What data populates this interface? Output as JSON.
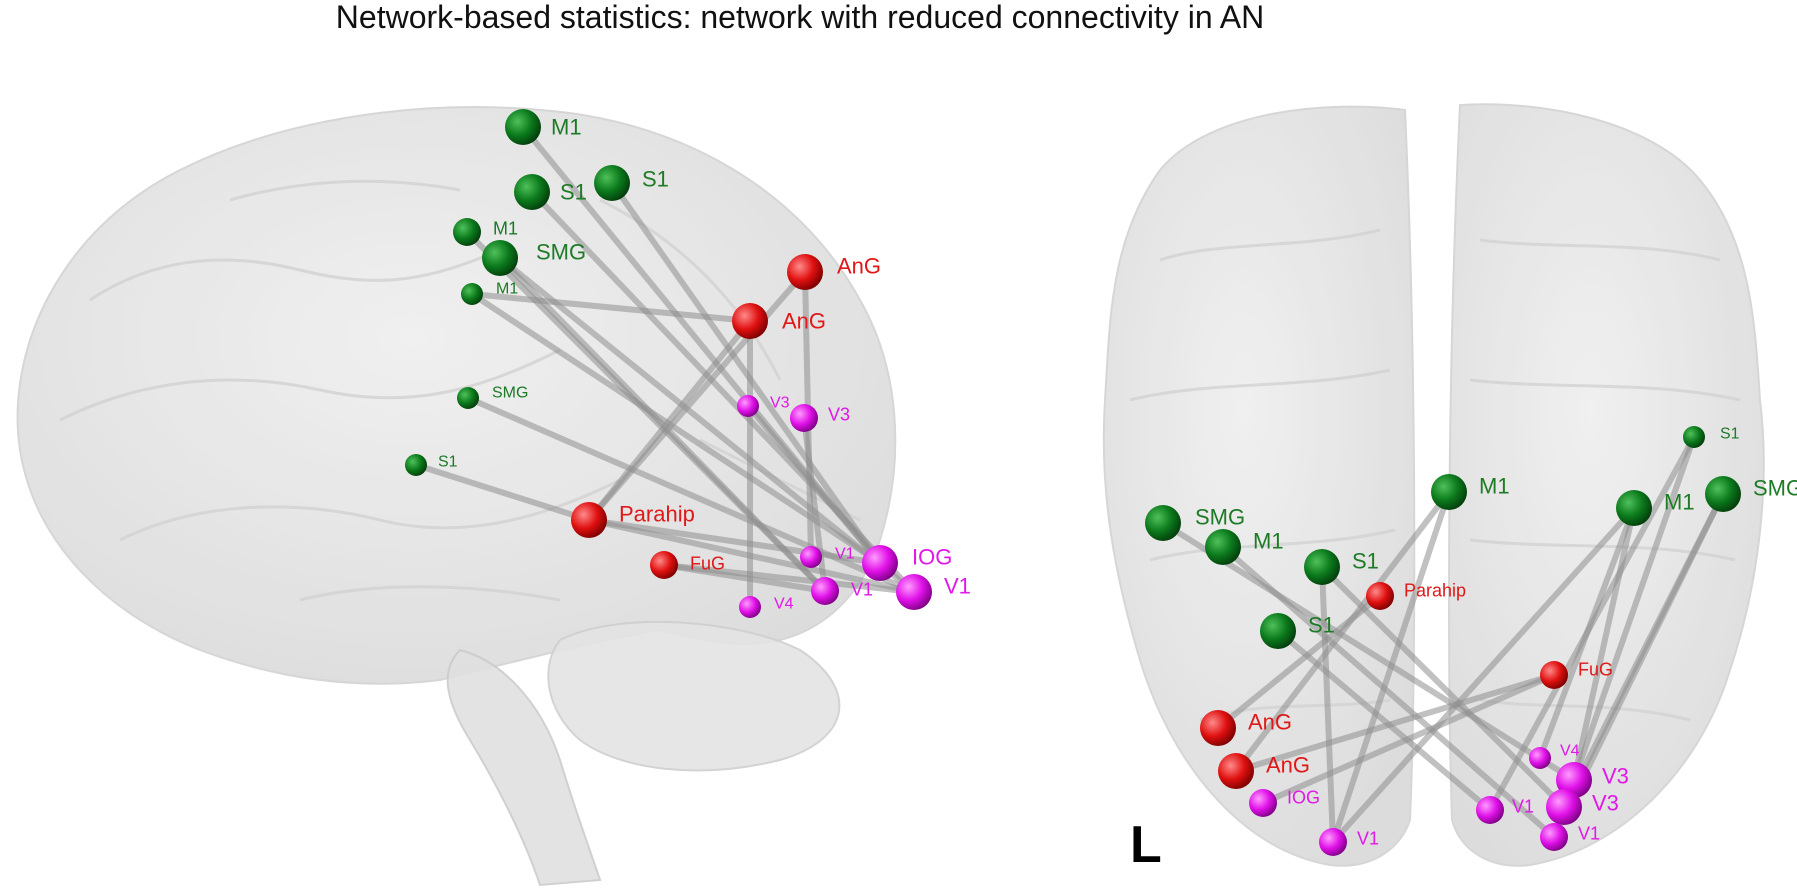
{
  "title": "Network-based statistics: network with reduced connectivity in AN",
  "orientation_marker": "L",
  "colors": {
    "sensorimotor": "#0b7a1c",
    "sensorimotor_label": "#1d7a25",
    "temporoparietal": "#e01010",
    "temporoparietal_label": "#e01818",
    "visual": "#e010e8",
    "visual_label": "#e018e8",
    "edge": "#8e8e8e",
    "brain_fill": "#e2e2e2"
  },
  "sagittal_view": {
    "nodes": [
      {
        "label": "M1",
        "group": "sensorimotor",
        "size": "large"
      },
      {
        "label": "S1",
        "group": "sensorimotor",
        "size": "large"
      },
      {
        "label": "S1",
        "group": "sensorimotor",
        "size": "large"
      },
      {
        "label": "M1",
        "group": "sensorimotor",
        "size": "medium"
      },
      {
        "label": "SMG",
        "group": "sensorimotor",
        "size": "large"
      },
      {
        "label": "M1",
        "group": "sensorimotor",
        "size": "small"
      },
      {
        "label": "AnG",
        "group": "temporoparietal",
        "size": "large"
      },
      {
        "label": "AnG",
        "group": "temporoparietal",
        "size": "large"
      },
      {
        "label": "SMG",
        "group": "sensorimotor",
        "size": "small"
      },
      {
        "label": "V3",
        "group": "visual",
        "size": "small"
      },
      {
        "label": "V3",
        "group": "visual",
        "size": "medium"
      },
      {
        "label": "S1",
        "group": "sensorimotor",
        "size": "small"
      },
      {
        "label": "Parahip",
        "group": "temporoparietal",
        "size": "large"
      },
      {
        "label": "FuG",
        "group": "temporoparietal",
        "size": "medium"
      },
      {
        "label": "V1",
        "group": "visual",
        "size": "small"
      },
      {
        "label": "IOG",
        "group": "visual",
        "size": "large"
      },
      {
        "label": "V1",
        "group": "visual",
        "size": "medium"
      },
      {
        "label": "V1",
        "group": "visual",
        "size": "large"
      },
      {
        "label": "V4",
        "group": "visual",
        "size": "small"
      }
    ]
  },
  "axial_view": {
    "nodes": [
      {
        "label": "S1",
        "group": "sensorimotor",
        "size": "small"
      },
      {
        "label": "M1",
        "group": "sensorimotor",
        "size": "large"
      },
      {
        "label": "M1",
        "group": "sensorimotor",
        "size": "large"
      },
      {
        "label": "SMG",
        "group": "sensorimotor",
        "size": "large"
      },
      {
        "label": "SMG",
        "group": "sensorimotor",
        "size": "large"
      },
      {
        "label": "M1",
        "group": "sensorimotor",
        "size": "large"
      },
      {
        "label": "S1",
        "group": "sensorimotor",
        "size": "large"
      },
      {
        "label": "Parahip",
        "group": "temporoparietal",
        "size": "medium"
      },
      {
        "label": "S1",
        "group": "sensorimotor",
        "size": "large"
      },
      {
        "label": "FuG",
        "group": "temporoparietal",
        "size": "medium"
      },
      {
        "label": "AnG",
        "group": "temporoparietal",
        "size": "large"
      },
      {
        "label": "AnG",
        "group": "temporoparietal",
        "size": "large"
      },
      {
        "label": "IOG",
        "group": "visual",
        "size": "medium"
      },
      {
        "label": "V4",
        "group": "visual",
        "size": "small"
      },
      {
        "label": "V3",
        "group": "visual",
        "size": "large"
      },
      {
        "label": "V3",
        "group": "visual",
        "size": "large"
      },
      {
        "label": "V1",
        "group": "visual",
        "size": "medium"
      },
      {
        "label": "V1",
        "group": "visual",
        "size": "medium"
      },
      {
        "label": "V1",
        "group": "visual",
        "size": "medium"
      }
    ]
  }
}
